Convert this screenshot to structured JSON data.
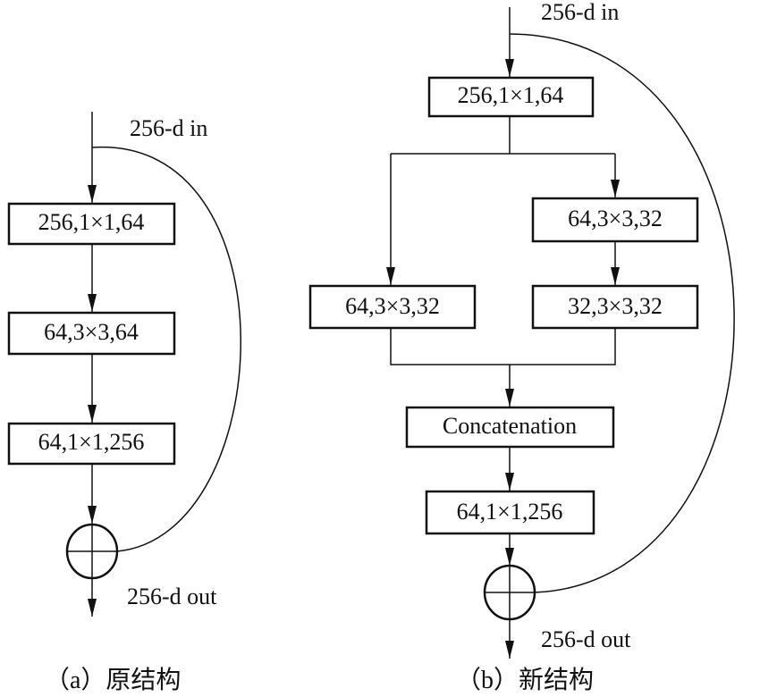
{
  "diagram_a": {
    "input_label": "256-d in",
    "boxes": [
      "256,1×1,64",
      "64,3×3,64",
      "64,1×1,256"
    ],
    "output_label": "256-d out",
    "caption": "（a）原结构"
  },
  "diagram_b": {
    "input_label": "256-d in",
    "top_box": "256,1×1,64",
    "left_branch_box": "64,3×3,32",
    "right_branch_boxes": [
      "64,3×3,32",
      "32,3×3,32"
    ],
    "concat_box": "Concatenation",
    "bottom_box": "64,1×1,256",
    "output_label": "256-d out",
    "caption": "（b）新结构"
  }
}
